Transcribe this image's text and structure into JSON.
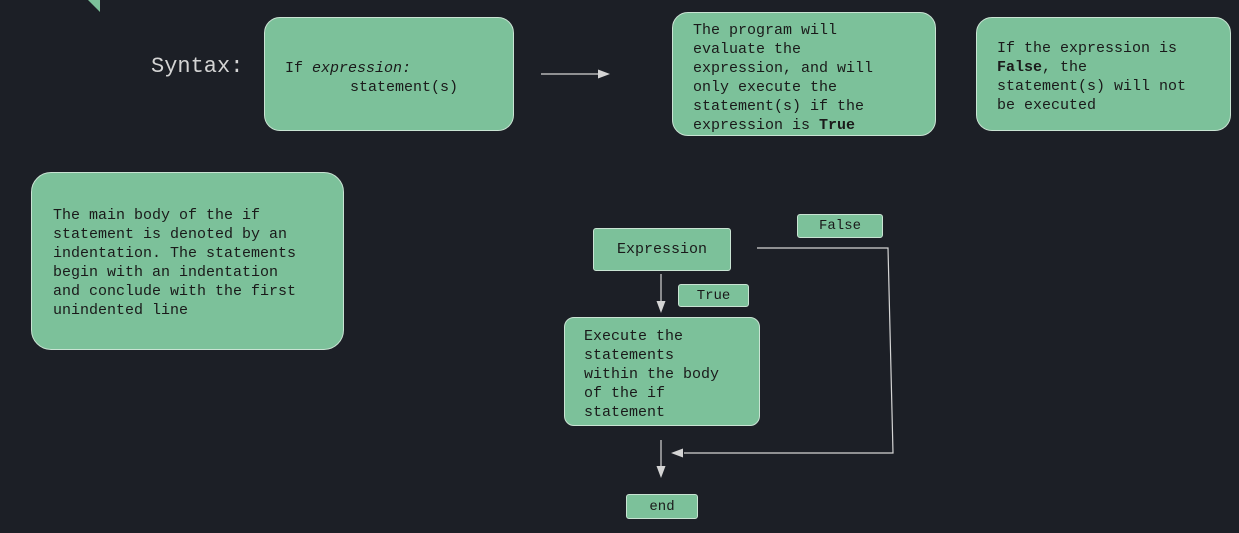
{
  "syntax": {
    "label": "Syntax:",
    "keyword": "If",
    "expression": "expression:",
    "statement": "statement(s)"
  },
  "true_note": {
    "text": "The program will\nevaluate the\nexpression, and will\nonly execute the\nstatement(s) if the\nexpression is ",
    "bold": "True"
  },
  "false_note": {
    "prefix": "If the expression is\n",
    "bold": "False",
    "suffix": ", the\nstatement(s) will not\nbe executed"
  },
  "body_note": {
    "text": "The main body of the if\nstatement is denoted by an\nindentation. The statements\nbegin with an indentation\nand conclude with the first\nunindented line"
  },
  "flowchart": {
    "expression": "Expression",
    "false_label": "False",
    "true_label": "True",
    "execute": "Execute the\nstatements\nwithin the body\nof the if\nstatement",
    "end": "end"
  },
  "colors": {
    "background": "#1c1f26",
    "box_fill": "#7cc19a",
    "box_border": "#c9e3d3",
    "arrow": "#d4d4d4"
  }
}
